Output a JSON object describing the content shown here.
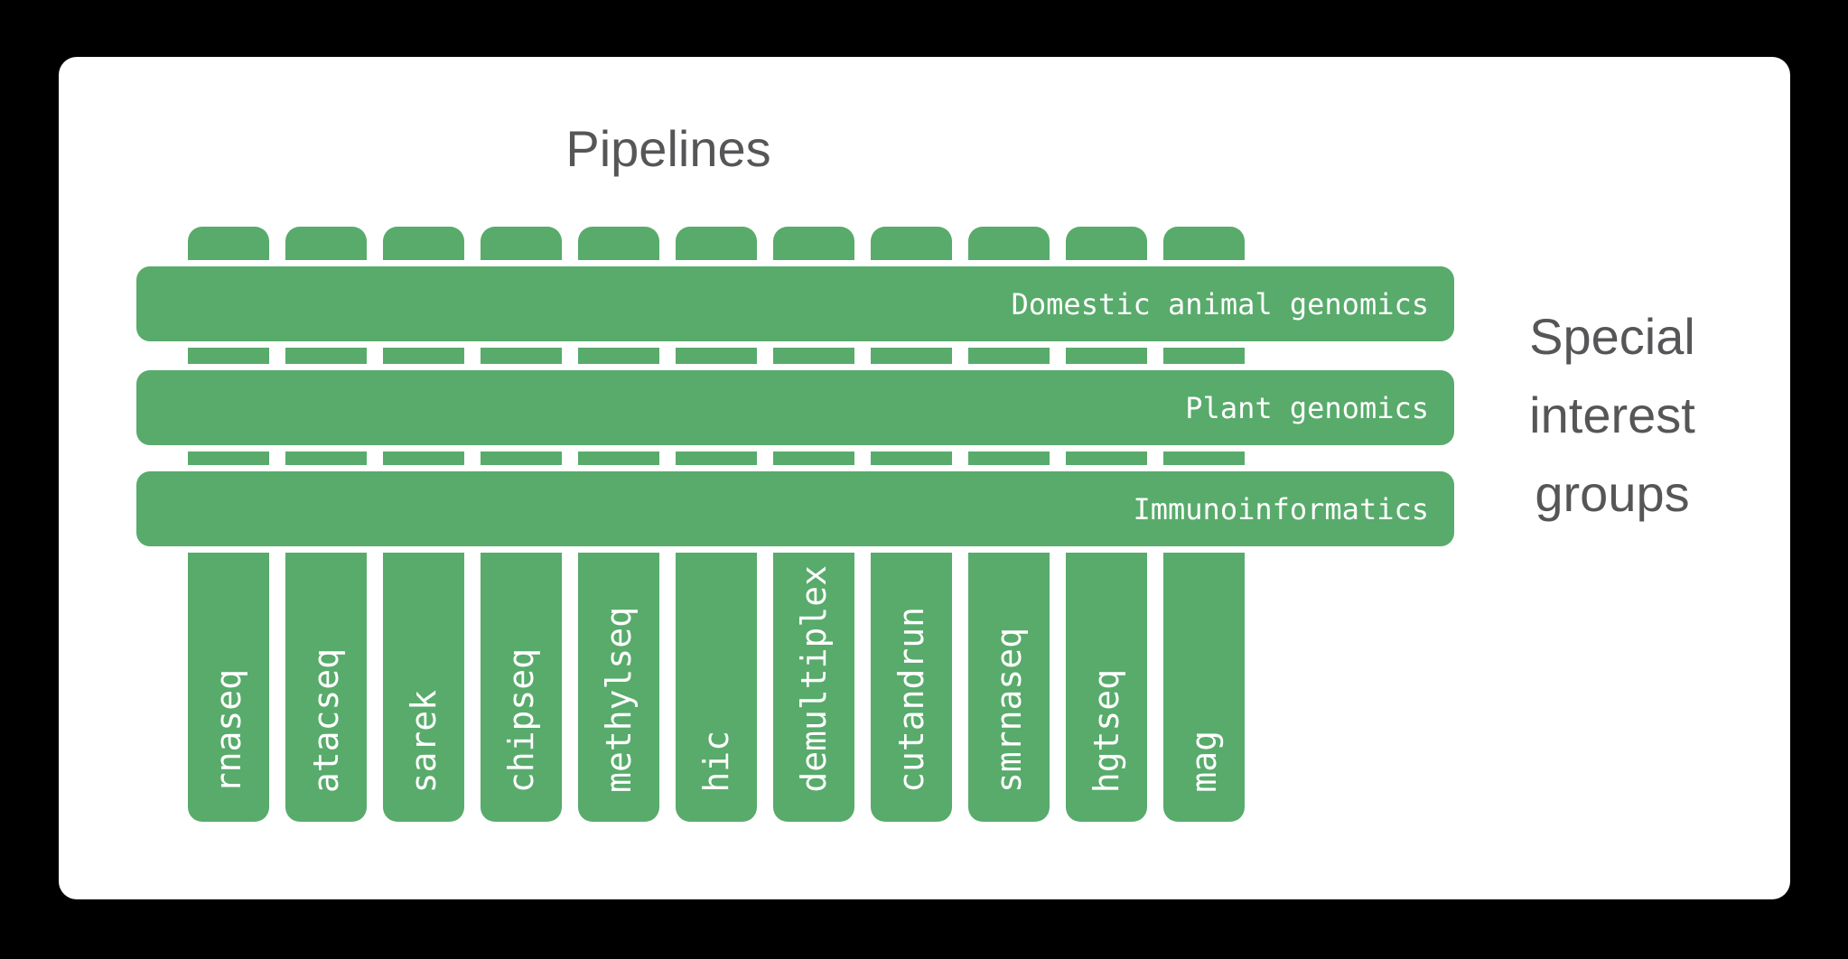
{
  "pipelines": {
    "heading": "Pipelines",
    "items": [
      "rnaseq",
      "atacseq",
      "sarek",
      "chipseq",
      "methylseq",
      "hic",
      "demultiplex",
      "cutandrun",
      "smrnaseq",
      "hgtseq",
      "mag"
    ]
  },
  "groups": {
    "heading": "Special\ninterest\ngroups",
    "items": [
      "Domestic animal genomics",
      "Plant genomics",
      "Immunoinformatics"
    ]
  },
  "colors": {
    "bar_green": "#58ab6b",
    "bar_text": "#ffffff",
    "heading_gray": "#565658",
    "card_bg": "#ffffff",
    "page_bg": "#000000"
  }
}
